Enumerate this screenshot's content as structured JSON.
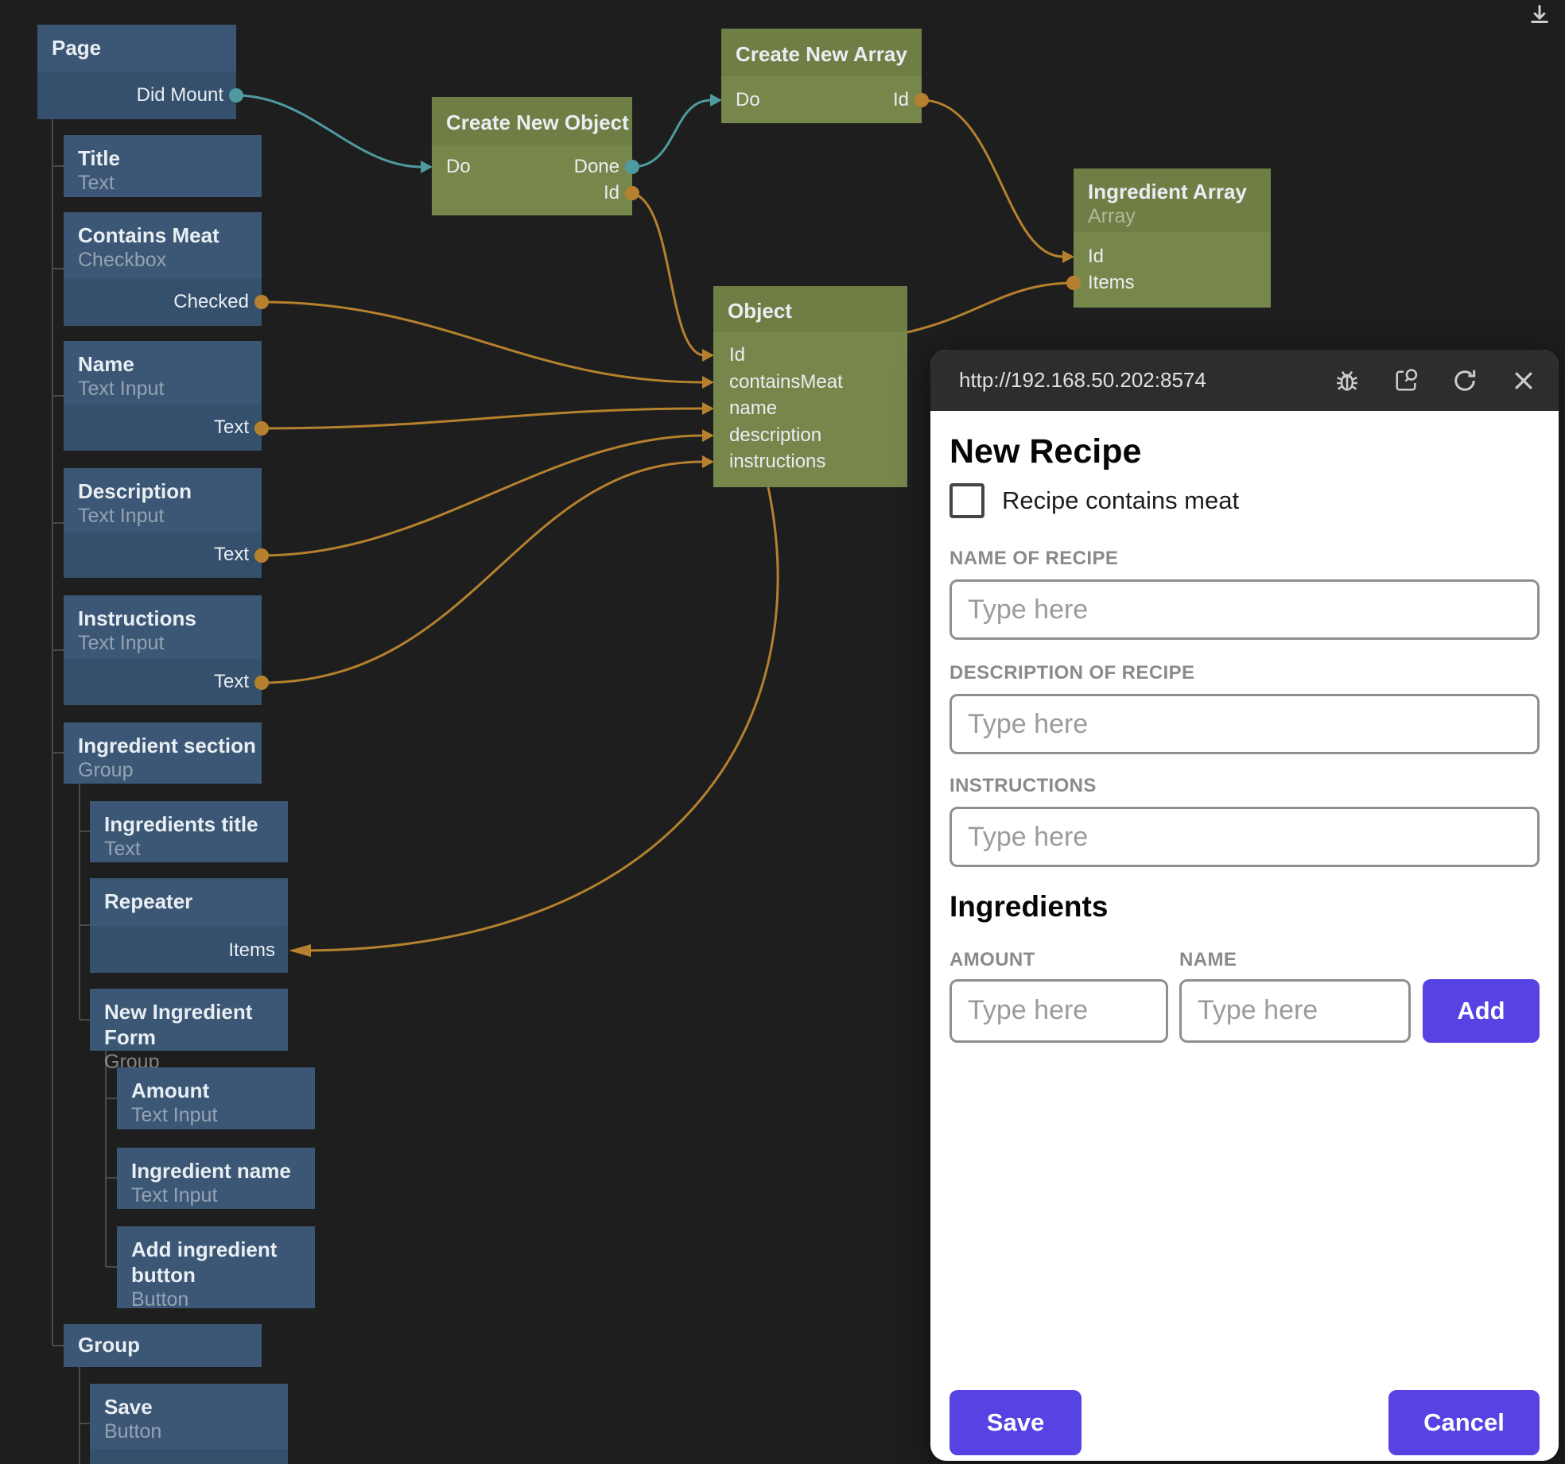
{
  "colors": {
    "background": "#1e1e1e",
    "node_blue_header": "#3b5775",
    "node_blue_body": "#34506d",
    "node_green_header": "#6f7e44",
    "node_green_body": "#77874c",
    "wire_signal_teal": "#4f9aa0",
    "wire_data_orange": "#b5812e",
    "tree_line": "#4a4a4a",
    "accent_purple": "#5743e3",
    "panel_header": "#2d2d2d"
  },
  "top_bar": {
    "dock_icon": "download-arrow-icon"
  },
  "graph": {
    "nodes": {
      "page": {
        "title": "Page",
        "ports": {
          "did_mount": "Did Mount"
        }
      },
      "title_node": {
        "title": "Title",
        "subtitle": "Text"
      },
      "contains_meat": {
        "title": "Contains Meat",
        "subtitle": "Checkbox",
        "ports": {
          "checked": "Checked"
        }
      },
      "name_input": {
        "title": "Name",
        "subtitle": "Text Input",
        "ports": {
          "text": "Text"
        }
      },
      "description_input": {
        "title": "Description",
        "subtitle": "Text Input",
        "ports": {
          "text": "Text"
        }
      },
      "instructions_input": {
        "title": "Instructions",
        "subtitle": "Text Input",
        "ports": {
          "text": "Text"
        }
      },
      "ingredient_section": {
        "title": "Ingredient section",
        "subtitle": "Group"
      },
      "ingredients_title": {
        "title": "Ingredients title",
        "subtitle": "Text"
      },
      "repeater": {
        "title": "Repeater",
        "ports": {
          "items": "Items"
        }
      },
      "new_ingredient_form": {
        "title": "New Ingredient Form",
        "subtitle": "Group"
      },
      "amount": {
        "title": "Amount",
        "subtitle": "Text Input"
      },
      "ingredient_name": {
        "title": "Ingredient name",
        "subtitle": "Text Input"
      },
      "add_ingredient_button": {
        "title": "Add ingredient button",
        "subtitle": "Button"
      },
      "group": {
        "title": "Group"
      },
      "save_node": {
        "title": "Save",
        "subtitle": "Button"
      },
      "create_new_object": {
        "title": "Create New Object",
        "ports": {
          "do": "Do",
          "done": "Done",
          "id": "Id"
        }
      },
      "create_new_array": {
        "title": "Create New Array",
        "ports": {
          "do": "Do",
          "id": "Id"
        }
      },
      "ingredient_array": {
        "title": "Ingredient Array",
        "subtitle": "Array",
        "ports": {
          "id": "Id",
          "items": "Items"
        }
      },
      "object_node": {
        "title": "Object",
        "ports": {
          "id": "Id",
          "contains_meat": "containsMeat",
          "name": "name",
          "description": "description",
          "instructions": "instructions"
        }
      }
    }
  },
  "preview": {
    "url": "http://192.168.50.202:8574",
    "toolbar_icons": [
      "bug-icon",
      "inspect-window-icon",
      "refresh-icon",
      "close-icon"
    ],
    "form": {
      "title": "New Recipe",
      "checkbox_label": "Recipe contains meat",
      "placeholder": "Type here",
      "fields": [
        {
          "label": "NAME OF RECIPE"
        },
        {
          "label": "DESCRIPTION OF RECIPE"
        },
        {
          "label": "INSTRUCTIONS"
        }
      ],
      "ingredients": {
        "title": "Ingredients",
        "amount_label": "AMOUNT",
        "name_label": "NAME",
        "add_label": "Add"
      },
      "save_label": "Save",
      "cancel_label": "Cancel"
    }
  }
}
